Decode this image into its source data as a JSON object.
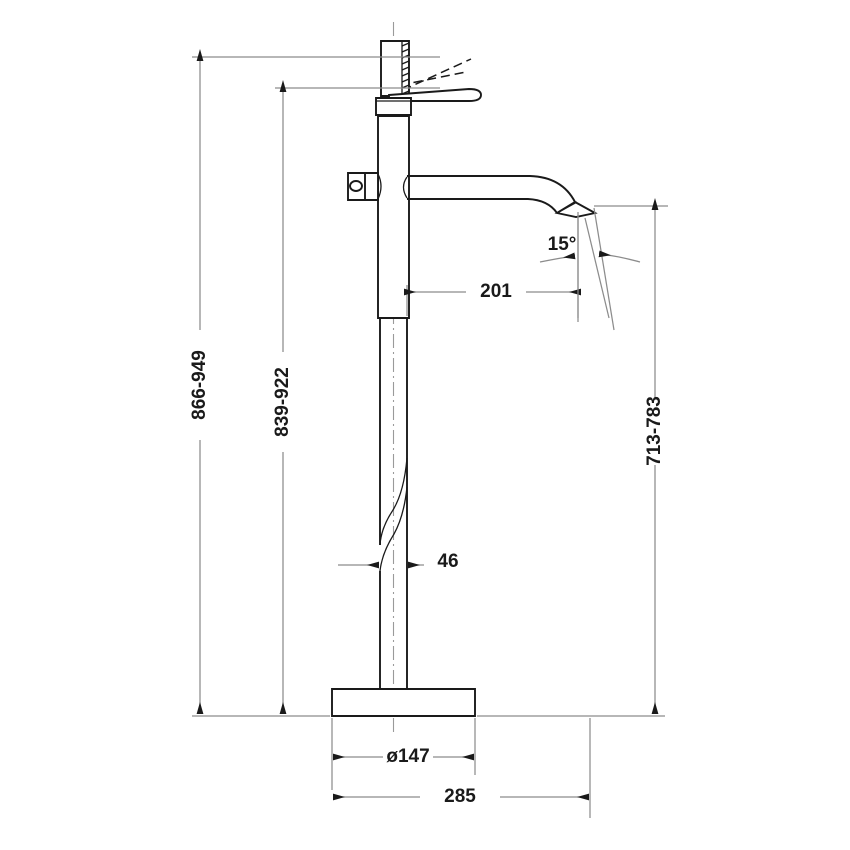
{
  "drawing": {
    "title": "Floor-standing bath mixer tap – dimensioned technical drawing",
    "units": "mm",
    "background_color": "#ffffff",
    "line_color": "#1a1a1a",
    "dimension_line_color": "#8c8c8c",
    "center_line_color": "#9a9a9a"
  },
  "dimensions": {
    "total_height": {
      "label": "866-949",
      "orientation": "vertical",
      "position": "far-left"
    },
    "handle_height": {
      "label": "839-922",
      "orientation": "vertical",
      "position": "left"
    },
    "spout_height": {
      "label": "713-783",
      "orientation": "vertical",
      "position": "right"
    },
    "spout_reach": {
      "label": "201",
      "orientation": "horizontal",
      "position": "middle"
    },
    "column_width": {
      "label": "46",
      "orientation": "horizontal",
      "position": "lower-middle"
    },
    "base_diameter": {
      "label": "ø147",
      "orientation": "horizontal",
      "position": "bottom"
    },
    "overall_width": {
      "label": "285",
      "orientation": "horizontal",
      "position": "bottom"
    },
    "outlet_angle": {
      "label": "15°",
      "orientation": "angular",
      "position": "spout-outlet"
    }
  },
  "components": {
    "lever_handle": "lever-handle",
    "valve_cap": "valve-cap",
    "valve_body": "valve-body",
    "diverter_knob": "diverter-knob",
    "spout_arm": "spout-arm",
    "spout_outlet": "spout-outlet",
    "riser_column": "riser-column",
    "break_line": "break-line",
    "base_plate": "base-plate",
    "floor_line": "floor-line",
    "center_line": "center-line",
    "lever_raised_position": "lever-raised-dashed"
  }
}
